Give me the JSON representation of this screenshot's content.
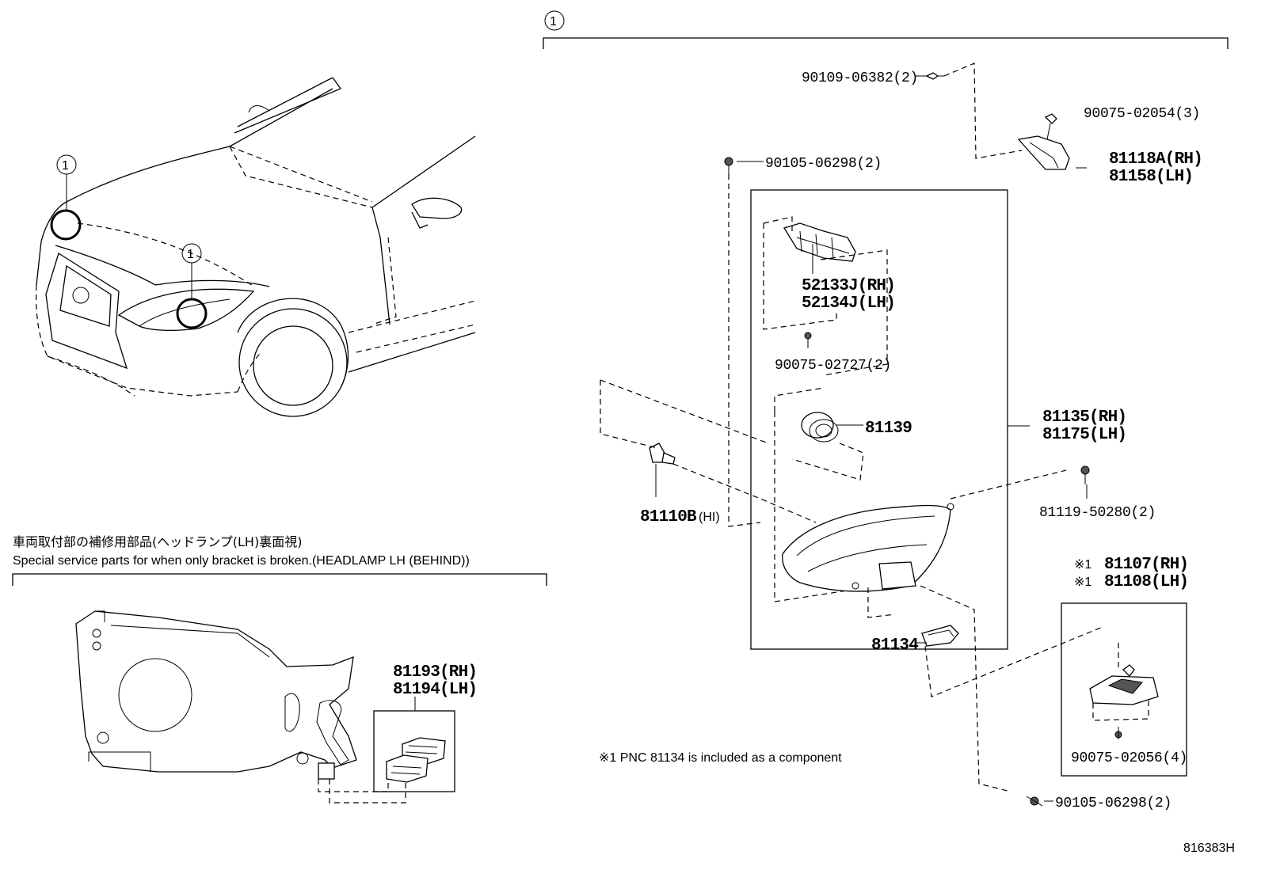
{
  "callout_number": "1",
  "service_note": {
    "japanese": "車両取付部の補修用部品(ヘッドランプ(LH)裏面視)",
    "english": "Special service parts for when only bracket is broken.(HEADLAMP LH (BEHIND))"
  },
  "footnote": "※1 PNC 81134 is included as a component",
  "diagram_code": "816383H",
  "parts": {
    "p90109": "90109-06382(2)",
    "p90075_02054": "90075-02054(3)",
    "p81118": "81118A(RH)",
    "p81158": "81158(LH)",
    "p90105_top": "90105-06298(2)",
    "p52133": "52133J(RH)",
    "p52134": "52134J(LH)",
    "p90075_02727": "90075-02727(2)",
    "p81139": "81139",
    "p81135": "81135(RH)",
    "p81175": "81175(LH)",
    "p81110": "81110B",
    "p81110_suffix": "(HI)",
    "p81119": "81119-50280(2)",
    "p81107": "81107(RH)",
    "p81108": "81108(LH)",
    "p81107_mark": "※1",
    "p81108_mark": "※1",
    "p81134": "81134",
    "p90075_02056": "90075-02056(4)",
    "p90105_bottom": "90105-06298(2)",
    "p81193": "81193(RH)",
    "p81194": "81194(LH)"
  }
}
